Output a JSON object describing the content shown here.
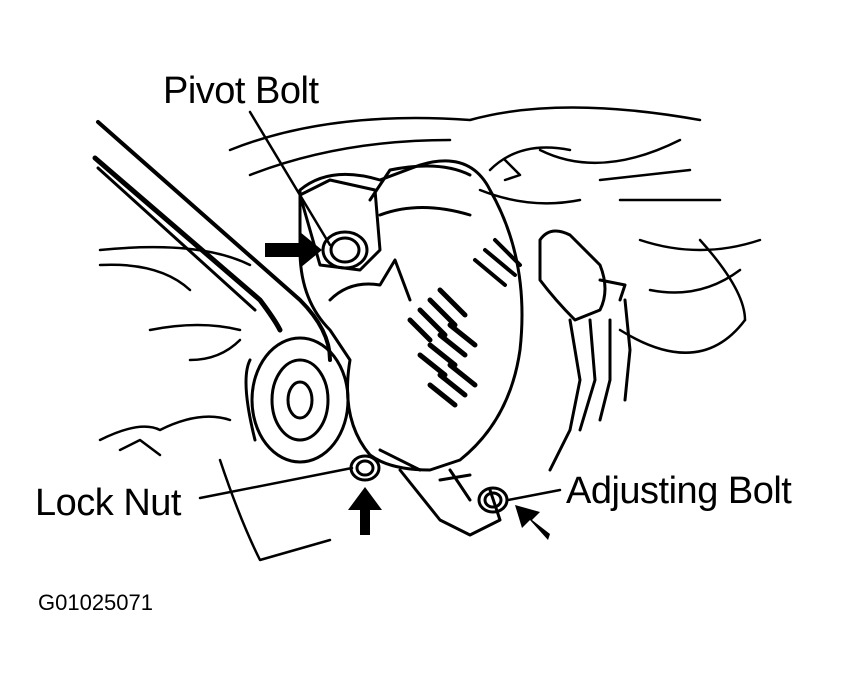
{
  "labels": {
    "pivot_bolt": "Pivot Bolt",
    "lock_nut": "Lock Nut",
    "adjusting_bolt": "Adjusting Bolt",
    "figure_code": "G01025071"
  },
  "colors": {
    "ink": "#000000",
    "paper": "#ffffff"
  }
}
